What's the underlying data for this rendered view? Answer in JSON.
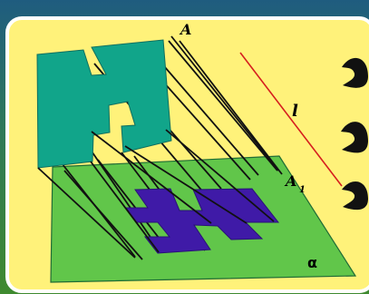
{
  "labels": {
    "A": "A",
    "A1": "A",
    "A1_subscript": "1",
    "l": "l",
    "alpha": "α"
  },
  "colors": {
    "background": "#fff27a",
    "plane": "#61c64a",
    "shadow": "#3f1aa7",
    "figure": "#11a58a",
    "line": "#d61f1f"
  }
}
